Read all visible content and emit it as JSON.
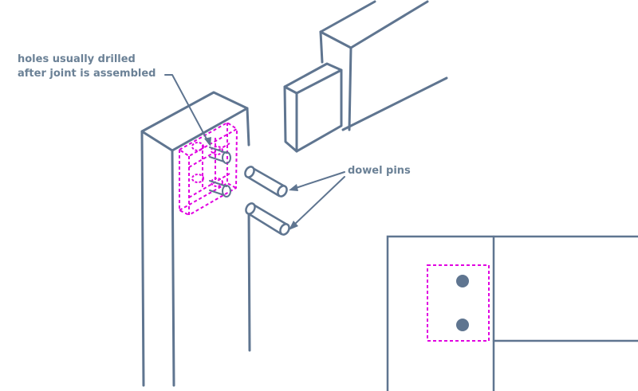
{
  "annotations": {
    "holes_line1": "holes usually drilled",
    "holes_line2": "after joint is assembled",
    "dowel_pins": "dowel pins"
  },
  "colors": {
    "outline": "#5f7590",
    "guide": "#e100e1",
    "label": "#6b8196",
    "background": "#ffffff"
  }
}
